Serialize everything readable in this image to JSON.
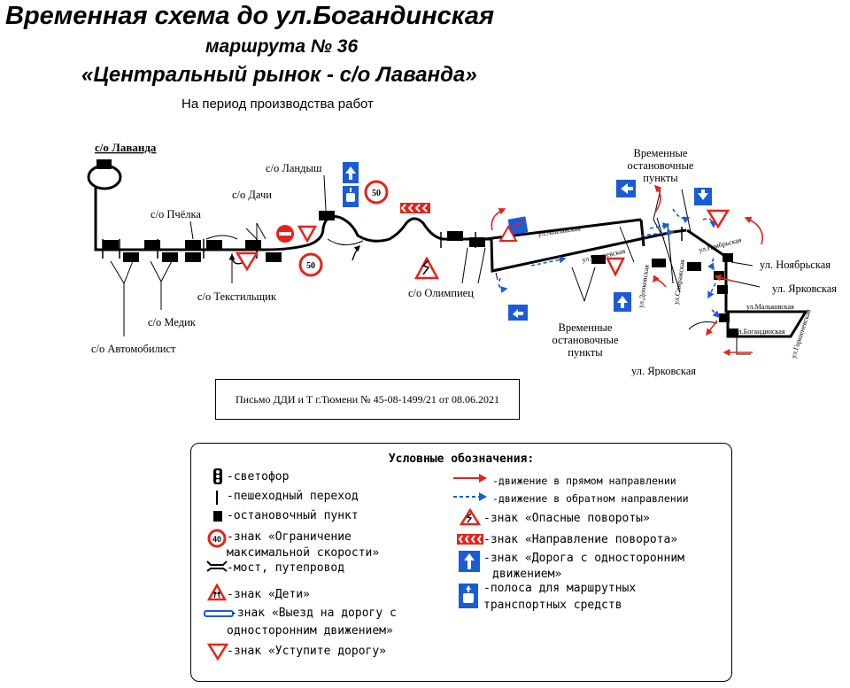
{
  "header": {
    "title": "Временная схема до ул.Богандинская",
    "route_number": "маршрута № 36",
    "route_name": "«Центральный рынок - с/о Лаванда»",
    "period": "На период производства работ"
  },
  "map": {
    "stops": {
      "lavanda": "с/о Лаванда",
      "pchelka": "с/о Пчёлка",
      "dachi": "с/о Дачи",
      "landysh": "с/о Ландыш",
      "tekstilshchik": "с/о Текстильщик",
      "medik": "с/о Медик",
      "avtomobilist": "с/о Автомобилист",
      "olimpiets": "с/о Олимпиец"
    },
    "temp_stops_top": [
      "Временные",
      "остановочные",
      "пункты"
    ],
    "temp_stops_bottom": [
      "Временные",
      "остановочные",
      "пункты"
    ],
    "streets": {
      "abalakskaya": "ул.Абалакская",
      "chimeevskaya": "ул.Чимеевская",
      "donskovskaya": "ул.Донковская",
      "spirazhskaya": "ул.Спиражская",
      "noyabrskaya_small": "ул.Ноябрьская",
      "malkovskaya": "ул.Мальковская",
      "bogandinskaya": "ул.Богандинская",
      "gorshenevskaya": "ул.Горшеневская",
      "noyabrskaya": "ул. Ноябрьская",
      "yarkovskaya_1": "ул. Ярковская",
      "yarkovskaya_2": "ул. Ярковская"
    },
    "speed_limit_top": "50",
    "speed_limit_bottom": "50"
  },
  "letter": "Письмо ДДИ и Т г.Тюмени № 45-08-1499/21 от 08.06.2021",
  "legend": {
    "title": "Условные обозначения:",
    "traffic_light": "-светофор",
    "crosswalk": "-пешеходный переход",
    "stop": "-остановочный пункт",
    "speed_limit_1": "-знак «Ограничение",
    "speed_limit_2": "максимальной скорости»",
    "speed_value": "40",
    "bridge": "-мост, путепровод",
    "children": "-знак «Дети»",
    "exit_one_way_1": "-знак «Выезд на дорогу с",
    "exit_one_way_2": "односторонним движением»",
    "yield": "-знак «Уступите дорогу»",
    "forward": "-движение в прямом направлении",
    "backward": "-движение в обратном направлении",
    "dangerous_turns": "-знак «Опасные повороты»",
    "turn_direction": "-знак «Направление поворота»",
    "one_way_1": "-знак «Дорога с односторонним",
    "one_way_2": "движением»",
    "bus_lane_1": "-полоса для маршрутных",
    "bus_lane_2": "транспортных средств"
  },
  "colors": {
    "red": "#e3241b",
    "blue": "#1a5bd6",
    "black": "#000000"
  }
}
